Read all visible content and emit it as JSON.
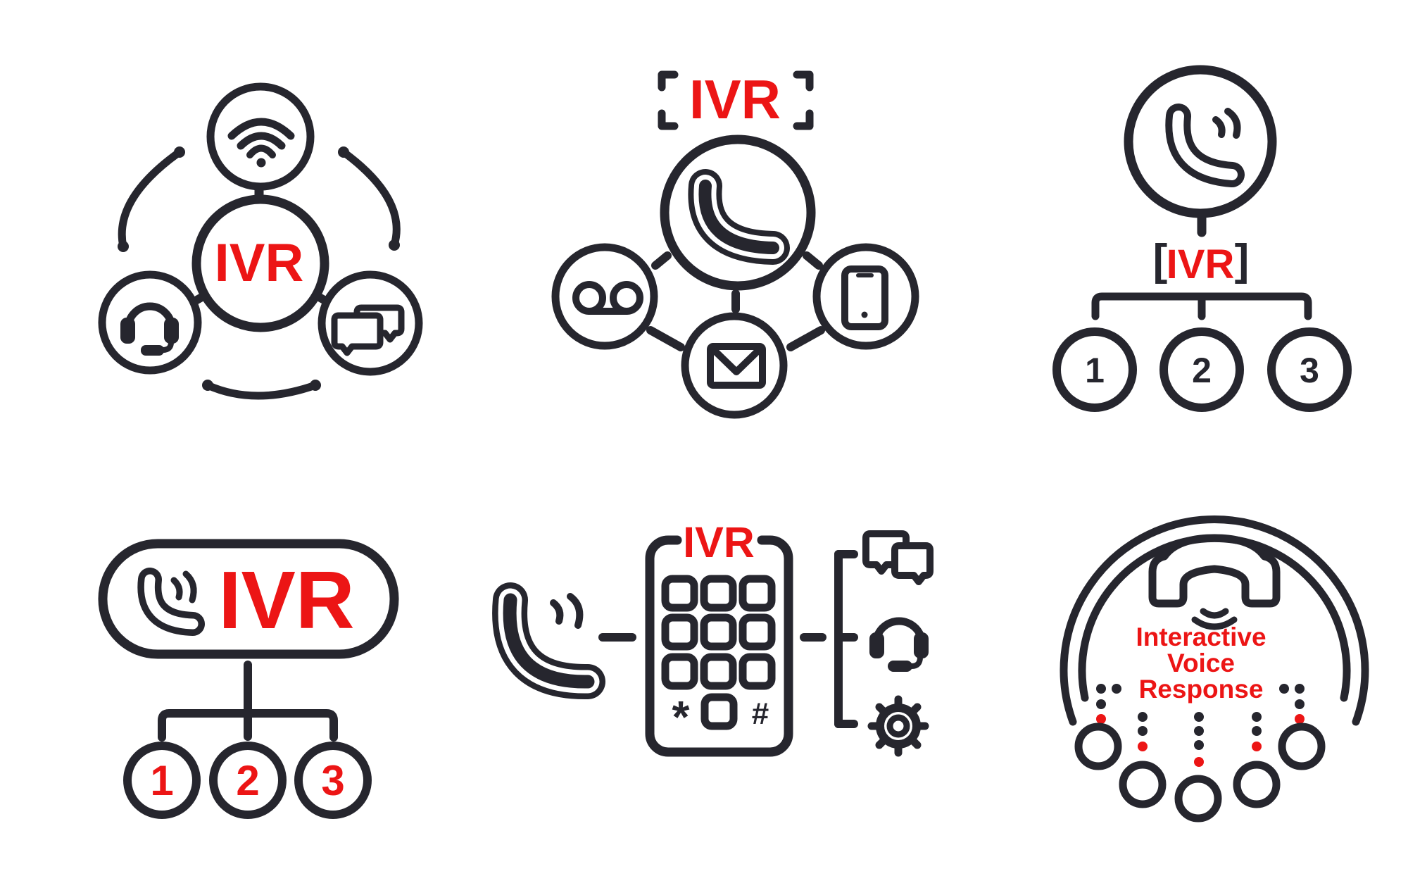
{
  "palette": {
    "ink": "#26262e",
    "accent": "#ec1515",
    "background": "#ffffff"
  },
  "tiles": {
    "hub": {
      "label": "IVR",
      "glyphs": [
        "wifi",
        "headset",
        "chat-bubbles"
      ]
    },
    "scan": {
      "label": "IVR",
      "glyphs": [
        "phone-handset",
        "voicemail",
        "smartphone",
        "email"
      ]
    },
    "tree": {
      "left_bracket": "[",
      "label": "IVR",
      "right_bracket": "]",
      "glyphs": [
        "phone-handset"
      ],
      "options": {
        "o1": "1",
        "o2": "2",
        "o3": "3"
      }
    },
    "pill": {
      "label": "IVR",
      "glyphs": [
        "phone-handset"
      ],
      "options": {
        "o1": "1",
        "o2": "2",
        "o3": "3"
      }
    },
    "keypad": {
      "label": "IVR",
      "star": "*",
      "hash": "#",
      "glyphs": [
        "phone-handset",
        "dial-pad",
        "chat-bubbles",
        "headset",
        "gear"
      ]
    },
    "voice": {
      "line1": "Interactive",
      "line2": "Voice",
      "line3": "Response",
      "glyphs": [
        "phone-receiver",
        "voice-waves",
        "option-dots"
      ]
    }
  }
}
